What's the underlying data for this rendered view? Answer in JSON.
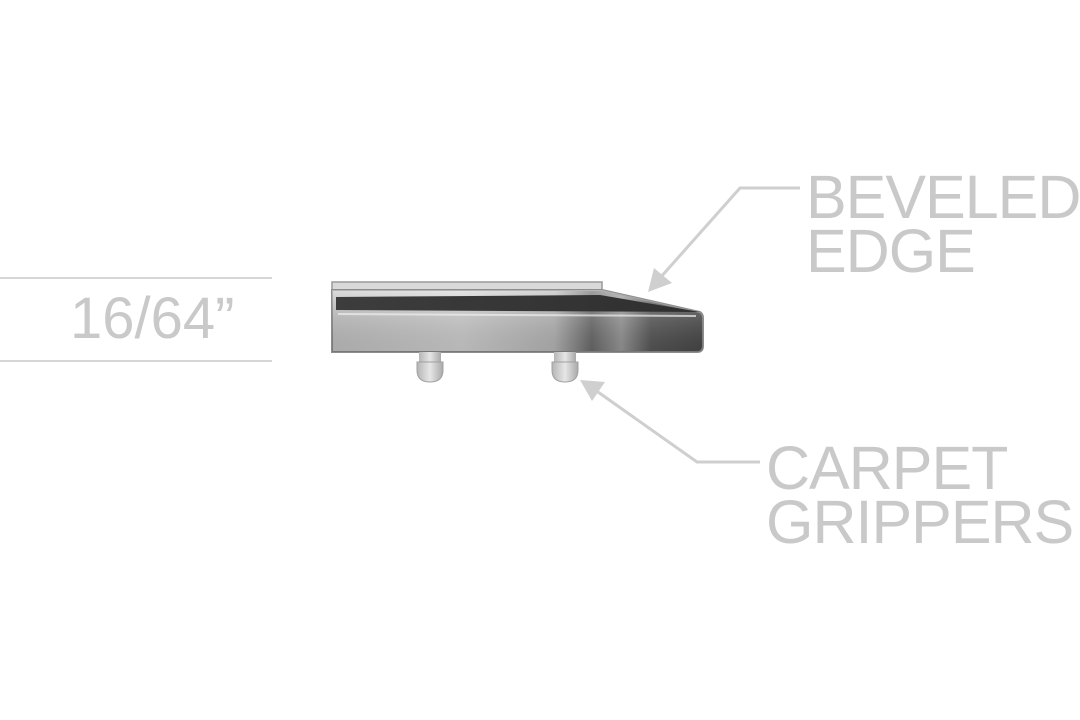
{
  "dimension": {
    "label": "16/64”"
  },
  "callouts": {
    "beveled_edge": {
      "line1": "BEVELED",
      "line2": "EDGE"
    },
    "carpet_grippers": {
      "line1": "CARPET",
      "line2": "GRIPPERS"
    }
  },
  "colors": {
    "label_text": "#c9c9c9",
    "leader_line": "#cfcfcf",
    "top_surface": "#3c3c3c",
    "profile_metal": "#9a9a9a"
  }
}
